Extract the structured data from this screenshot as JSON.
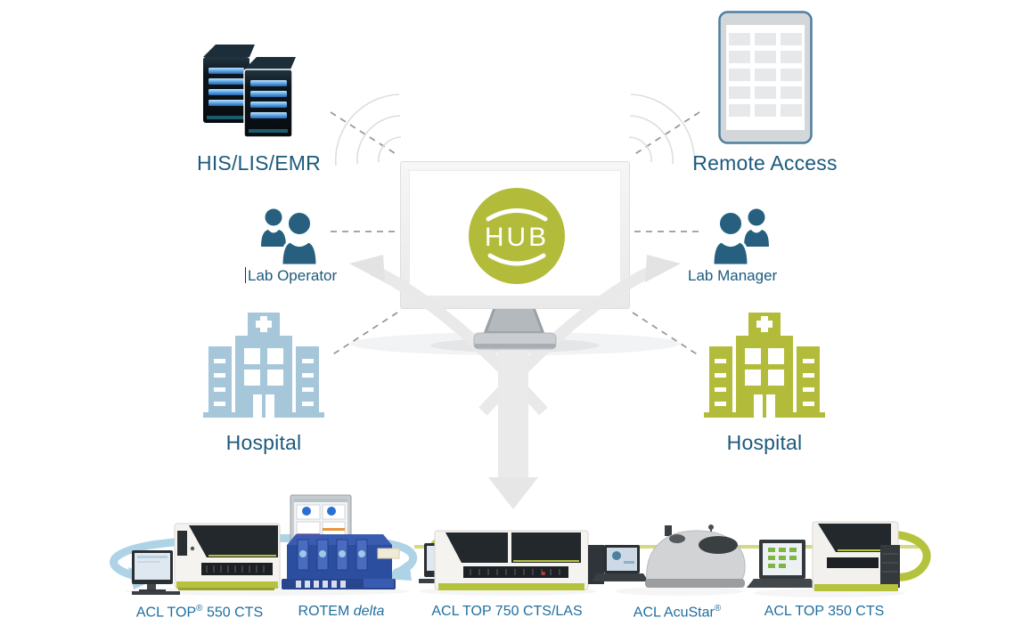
{
  "colors": {
    "accent_green": "#b2bc3a",
    "navy_label": "#1d5a7d",
    "instrument_label_blue": "#1f6f9f",
    "people_icon_blue": "#27607f",
    "hospital_icon_blue": "#a6c6da",
    "hospital_icon_green": "#b2bc3a",
    "loop_arrow_blue": "#aed3e6",
    "arrow_gray": "#e9e9e9",
    "dash_gray": "#9a9a9a",
    "tablet_border_blue": "#4d7f9e"
  },
  "hub": {
    "label": "HUB"
  },
  "nodes": {
    "his_lis_emr": {
      "label": "HIS/LIS/EMR"
    },
    "remote_access": {
      "label": "Remote Access"
    },
    "lab_operator": {
      "label": "Lab Operator"
    },
    "lab_manager": {
      "label": "Lab Manager"
    },
    "hospital_left": {
      "label": "Hospital"
    },
    "hospital_right": {
      "label": "Hospital"
    }
  },
  "instruments": [
    {
      "label": "ACL TOP® 550 CTS",
      "name_pre": "ACL TOP",
      "sup": "®",
      "name_post": " 550 CTS"
    },
    {
      "label": "ROTEM delta",
      "name_pre": "ROTEM ",
      "italic": "delta"
    },
    {
      "label": "ACL TOP 750 CTS/LAS",
      "name_pre": "ACL TOP 750 CTS/LAS"
    },
    {
      "label": "ACL AcuStar®",
      "name_pre": "ACL AcuStar",
      "sup": "®"
    },
    {
      "label": "ACL TOP 350 CTS",
      "name_pre": "ACL TOP 350 CTS"
    }
  ]
}
